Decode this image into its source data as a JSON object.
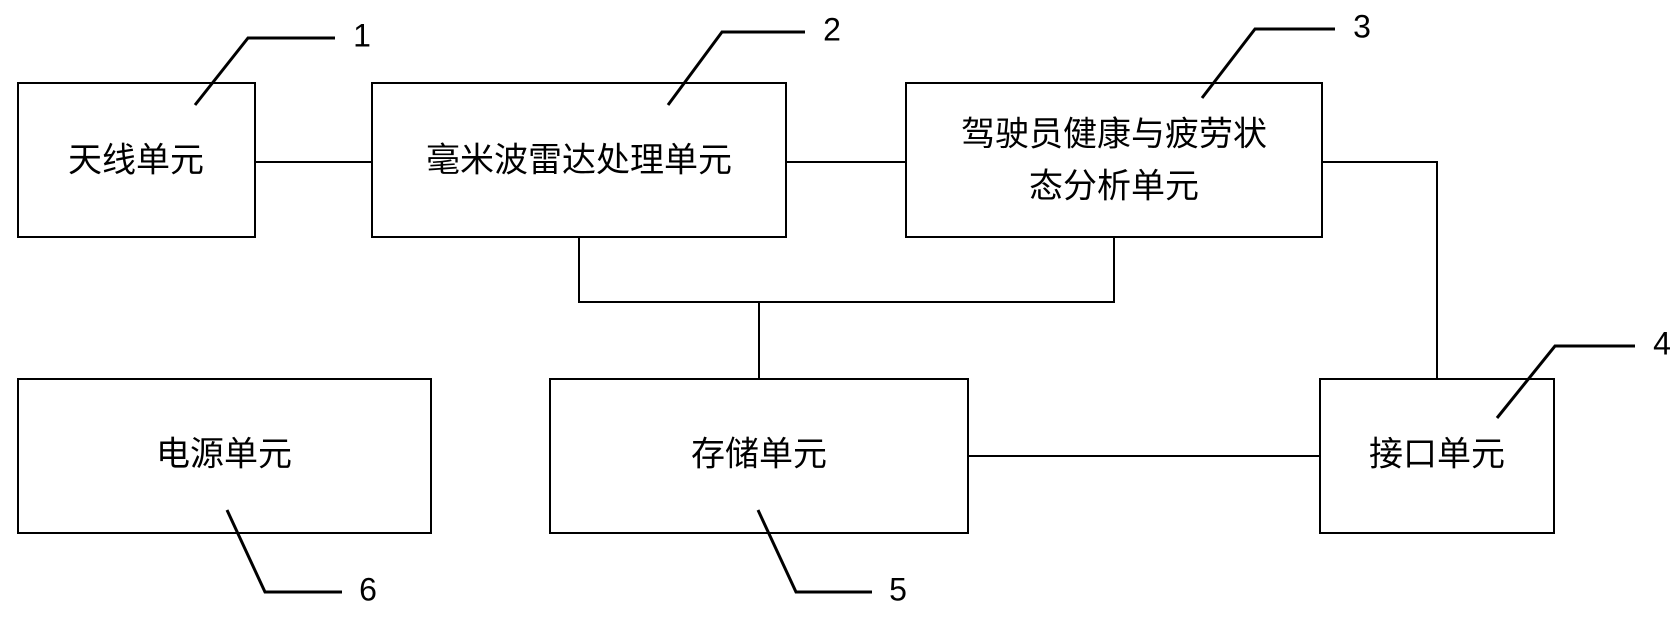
{
  "blocks": {
    "antenna": {
      "label": "天线单元",
      "ref": "1"
    },
    "radar": {
      "label": "毫米波雷达处理单元",
      "ref": "2"
    },
    "analysis": {
      "label_line1": "驾驶员健康与疲劳状",
      "label_line2": "态分析单元",
      "ref": "3"
    },
    "interface": {
      "label": "接口单元",
      "ref": "4"
    },
    "storage": {
      "label": "存储单元",
      "ref": "5"
    },
    "power": {
      "label": "电源单元",
      "ref": "6"
    }
  }
}
